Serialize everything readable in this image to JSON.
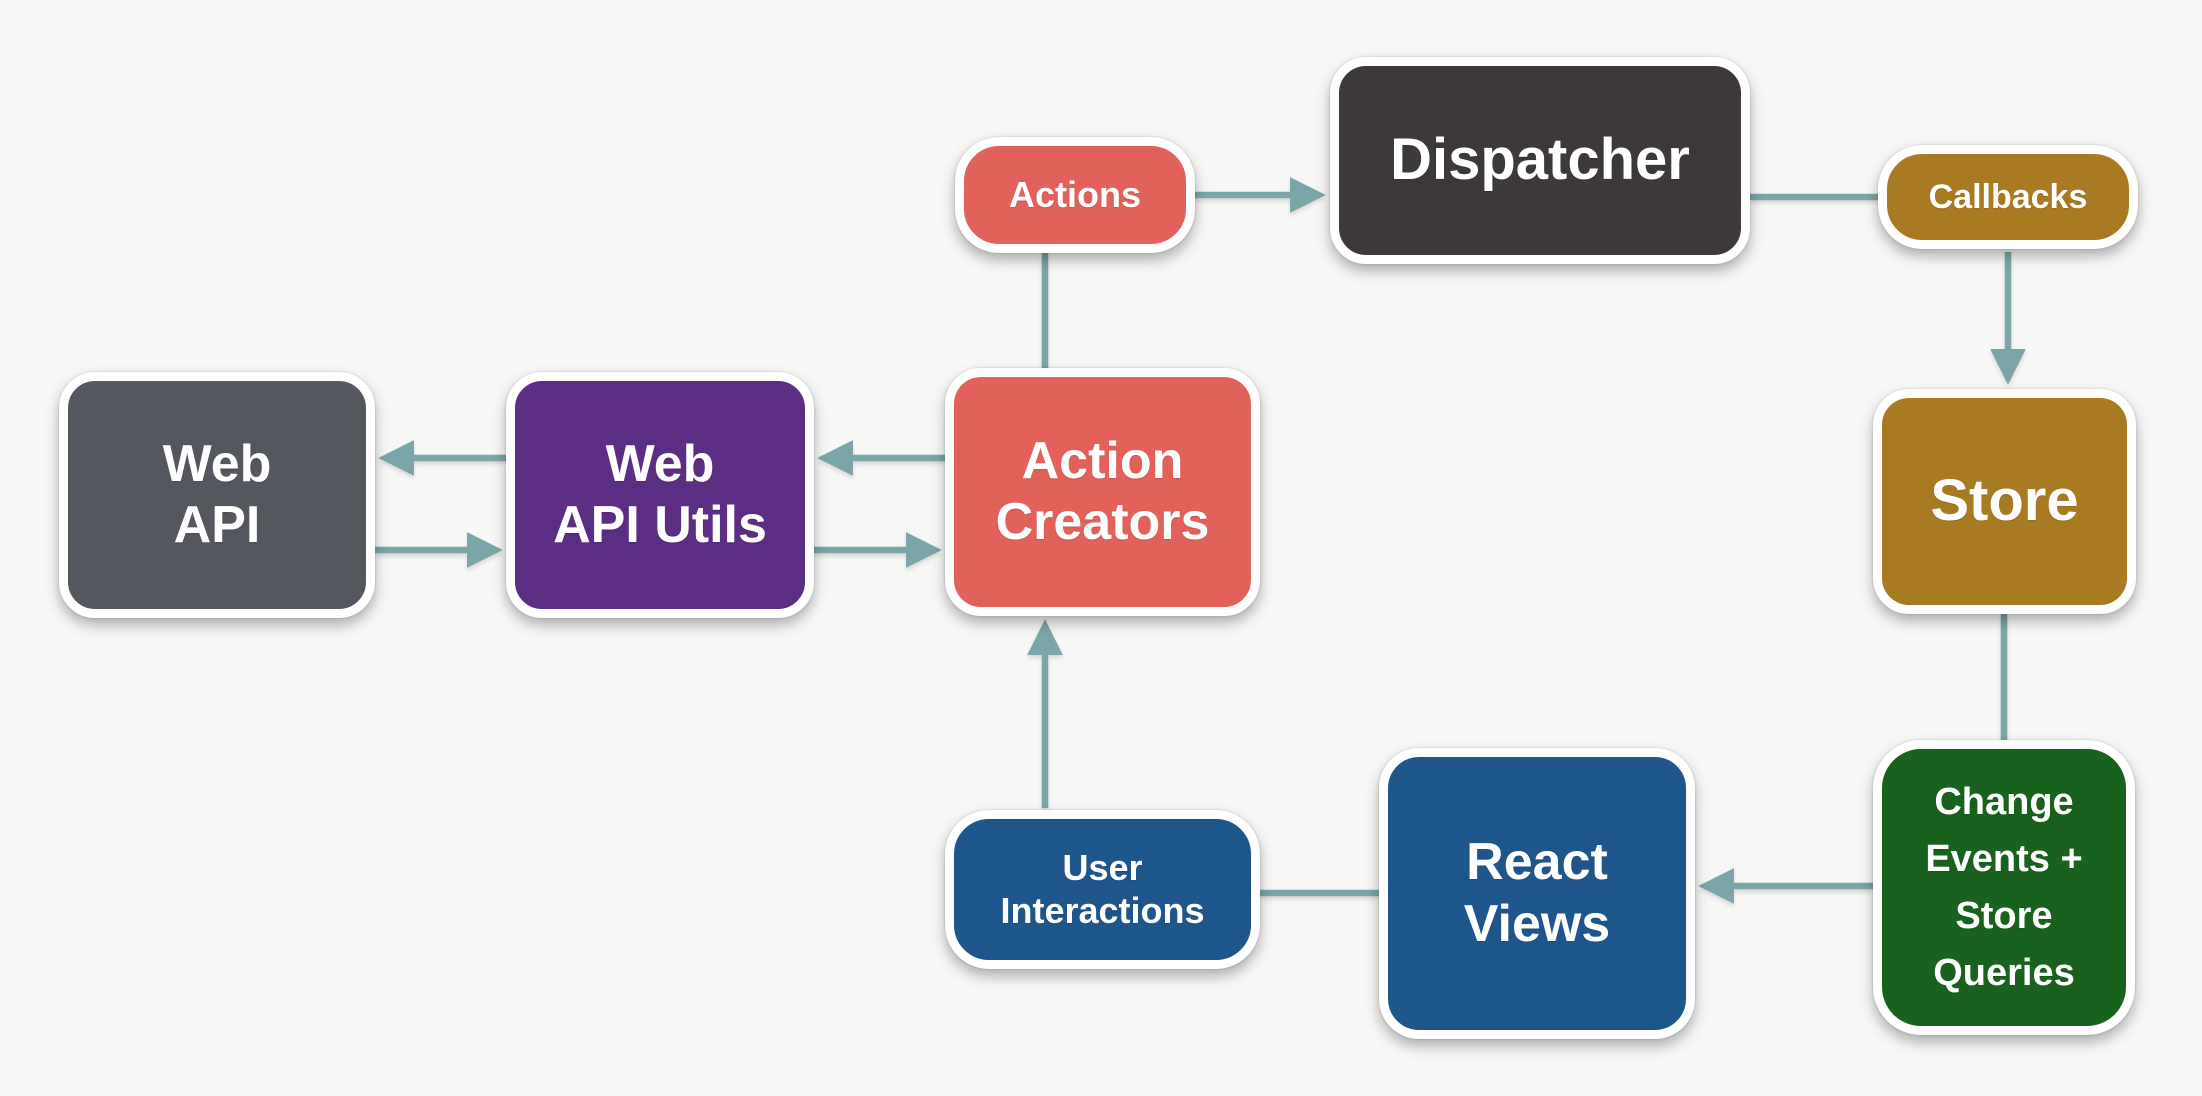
{
  "diagram_type": "flux-architecture-flow",
  "colors": {
    "background": "#F7F7F6",
    "edge": "#7BA6A9",
    "red": "#E2615B",
    "dark_charcoal": "#3D393A",
    "gray": "#54575E",
    "purple": "#5B2D83",
    "gold": "#A87B22",
    "blue": "#1E568C",
    "green": "#19621D",
    "node_border": "#FFFFFF",
    "node_text": "#FFFFFF"
  },
  "nodes": {
    "actions": {
      "label": "Actions",
      "color": "#E2615B"
    },
    "dispatcher": {
      "label": "Dispatcher",
      "color": "#3D393A"
    },
    "callbacks": {
      "label": "Callbacks",
      "color": "#A87B22"
    },
    "store": {
      "label": "Store",
      "color": "#A87B22"
    },
    "change_events": {
      "lines": [
        "Change",
        "Events +",
        "Store",
        "Queries"
      ],
      "color": "#19621D"
    },
    "react_views": {
      "lines": [
        "React",
        "Views"
      ],
      "color": "#1E568C"
    },
    "user_interactions": {
      "lines": [
        "User",
        "Interactions"
      ],
      "color": "#1E568C"
    },
    "action_creators": {
      "lines": [
        "Action",
        "Creators"
      ],
      "color": "#E2615B"
    },
    "web_api_utils": {
      "lines": [
        "Web",
        "API Utils"
      ],
      "color": "#5B2D83"
    },
    "web_api": {
      "lines": [
        "Web",
        "API"
      ],
      "color": "#54575E"
    }
  },
  "edges": [
    {
      "from": "action_creators",
      "to": "actions",
      "arrow": false
    },
    {
      "from": "actions",
      "to": "dispatcher",
      "arrow": true
    },
    {
      "from": "dispatcher",
      "to": "callbacks",
      "arrow": false
    },
    {
      "from": "callbacks",
      "to": "store",
      "arrow": true
    },
    {
      "from": "store",
      "to": "change_events",
      "arrow": false
    },
    {
      "from": "change_events",
      "to": "react_views",
      "arrow": true
    },
    {
      "from": "react_views",
      "to": "user_interactions",
      "arrow": false
    },
    {
      "from": "user_interactions",
      "to": "action_creators",
      "arrow": true
    },
    {
      "from": "web_api_utils",
      "to": "web_api",
      "arrow": true
    },
    {
      "from": "web_api",
      "to": "web_api_utils",
      "arrow": true
    },
    {
      "from": "action_creators",
      "to": "web_api_utils",
      "arrow": true
    },
    {
      "from": "web_api_utils",
      "to": "action_creators",
      "arrow": true
    }
  ]
}
